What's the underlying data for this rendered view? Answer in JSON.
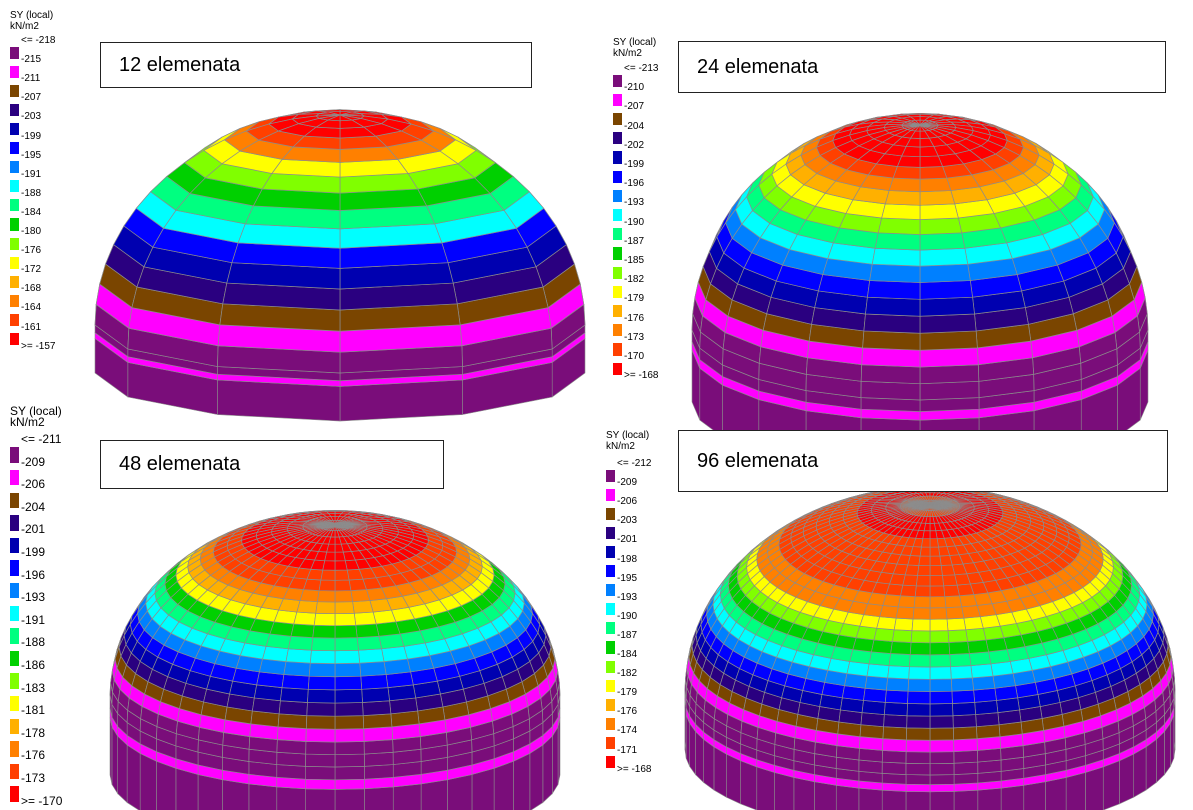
{
  "palette": [
    "#7a0d7a",
    "#ff00ff",
    "#7a4500",
    "#2a0080",
    "#0000b0",
    "#0000ff",
    "#0080ff",
    "#00ffff",
    "#00ff80",
    "#00d000",
    "#80ff00",
    "#ffff00",
    "#ffb000",
    "#ff8000",
    "#ff4000",
    "#ff0000"
  ],
  "panels": [
    {
      "caption": "12 elemenata",
      "legend_title": "SY (local)\nkN/m2",
      "labels": [
        "<= -218",
        "-215",
        "-211",
        "-207",
        "-203",
        "-199",
        "-195",
        "-191",
        "-188",
        "-184",
        "-180",
        "-176",
        "-172",
        "-168",
        "-164",
        "-161",
        ">= -157"
      ]
    },
    {
      "caption": "24 elemenata",
      "legend_title": "SY (local)\nkN/m2",
      "labels": [
        "<= -213",
        "-210",
        "-207",
        "-204",
        "-202",
        "-199",
        "-196",
        "-193",
        "-190",
        "-187",
        "-185",
        "-182",
        "-179",
        "-176",
        "-173",
        "-170",
        ">= -168"
      ]
    },
    {
      "caption": "48 elemenata",
      "legend_title": "SY (local)\nkN/m2",
      "labels": [
        "<= -211",
        "-209",
        "-206",
        "-204",
        "-201",
        "-199",
        "-196",
        "-193",
        "-191",
        "-188",
        "-186",
        "-183",
        "-181",
        "-178",
        "-176",
        "-173",
        ">= -170"
      ]
    },
    {
      "caption": "96 elemenata",
      "legend_title": "SY (local)\nkN/m2",
      "labels": [
        "<= -212",
        "-209",
        "-206",
        "-203",
        "-201",
        "-198",
        "-195",
        "-193",
        "-190",
        "-187",
        "-184",
        "-182",
        "-179",
        "-176",
        "-174",
        "-171",
        ">= -168"
      ]
    }
  ]
}
